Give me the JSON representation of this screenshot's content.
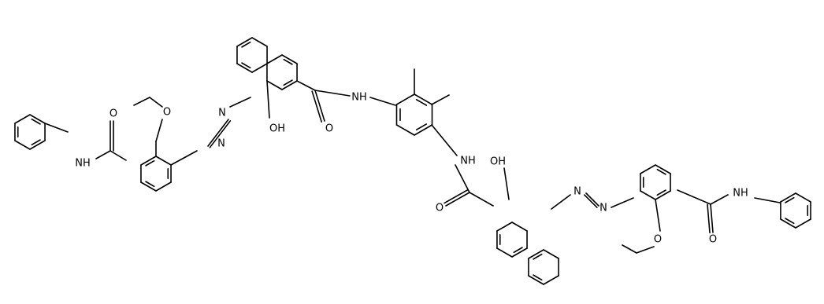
{
  "atom_labels": {
    "nh_left_amide": "NH",
    "o_left_amide": "O",
    "o_left_ether": "O",
    "n_left_azo_1": "N",
    "n_left_azo_2": "N",
    "oh_left": "OH",
    "o_left_naph_amide": "O",
    "nh_center_top": "NH",
    "nh_center_bottom": "NH",
    "oh_right": "OH",
    "o_right_naph_amide": "O",
    "n_right_azo_1": "N",
    "n_right_azo_2": "N",
    "nh_right_amide": "NH",
    "o_right_amide": "O",
    "o_right_ether": "O"
  }
}
